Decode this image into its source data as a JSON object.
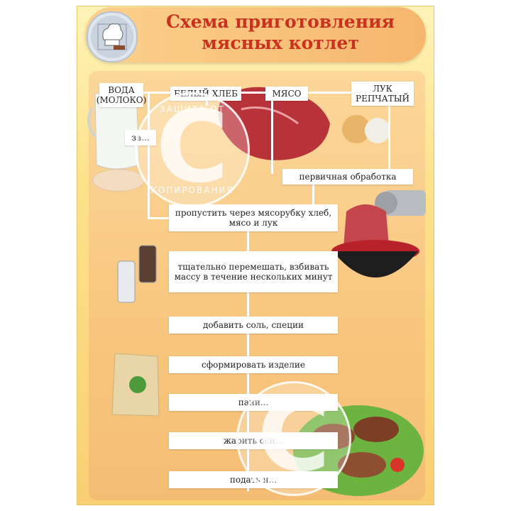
{
  "title": {
    "line1": "Схема приготовления",
    "line2": "мясных котлет"
  },
  "ingredients": {
    "water": "ВОДА (МОЛОКО)",
    "bread": "БЕЛЫЙ ХЛЕБ",
    "meat": "МЯСО",
    "onion": "ЛУК РЕПЧАТЫЙ"
  },
  "steps": {
    "soak": "за...",
    "primary": "первичная обработка",
    "grind": "пропустить через мясорубку хлеб, мясо и лук",
    "mix": "тщательно перемешать, взбивать массу в течение нескольких минут",
    "salt": "добавить соль, специи",
    "shape": "сформировать изделие",
    "bread_crumb": "пани...",
    "fry": "жарить осн...",
    "serve": "подать н..."
  },
  "watermark": {
    "top": "ЗАЩИТА ОТ",
    "letter": "C",
    "bottom": "КОПИРОВАНИЯ"
  },
  "colors": {
    "title": "#c8321f",
    "background": "#fde28c"
  }
}
